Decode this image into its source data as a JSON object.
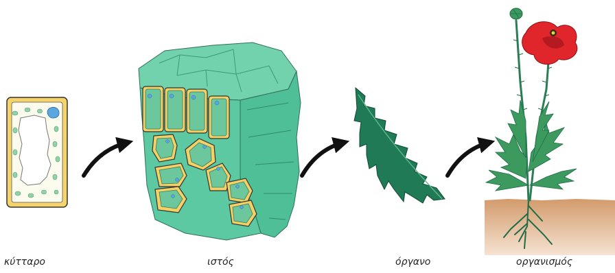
{
  "stages": [
    {
      "key": "cell",
      "label": "κύτταρο"
    },
    {
      "key": "tissue",
      "label": "ιστός"
    },
    {
      "key": "organ",
      "label": "όργανο"
    },
    {
      "key": "organism",
      "label": "οργανισμός"
    }
  ],
  "colors": {
    "cell_wall": "#f6d36b",
    "cell_interior": "#fbfbee",
    "chloroplast": "#8fd3a6",
    "nucleus": "#5aa6e0",
    "tissue": "#5cc9a2",
    "tissue_dark": "#3fae86",
    "leaf": "#1f7a55",
    "poppy_red": "#e0262a",
    "soil": "#d9a77b",
    "arrow": "#111111"
  }
}
